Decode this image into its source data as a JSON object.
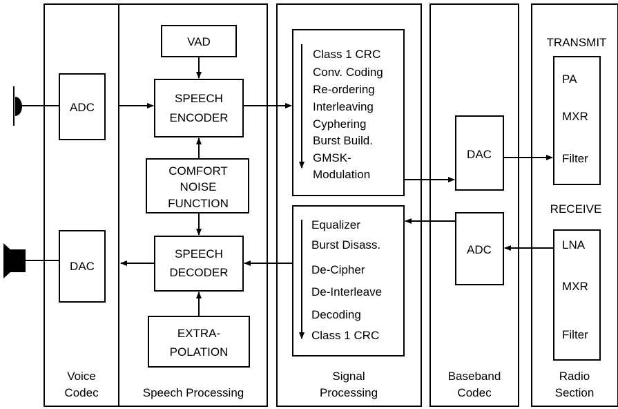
{
  "sections": {
    "voice_codec": {
      "label_line1": "Voice",
      "label_line2": "Codec"
    },
    "speech_processing": {
      "label": "Speech Processing"
    },
    "signal_processing": {
      "label_line1": "Signal",
      "label_line2": "Processing"
    },
    "baseband_codec": {
      "label_line1": "Baseband",
      "label_line2": "Codec"
    },
    "radio_section": {
      "label_line1": "Radio",
      "label_line2": "Section"
    }
  },
  "blocks": {
    "adc_voice": "ADC",
    "dac_voice": "DAC",
    "vad": "VAD",
    "speech_encoder": [
      "SPEECH",
      "ENCODER"
    ],
    "comfort_noise": [
      "COMFORT",
      "NOISE",
      "FUNCTION"
    ],
    "speech_decoder": [
      "SPEECH",
      "DECODER"
    ],
    "extrapolation": [
      "EXTRA-",
      "POLATION"
    ],
    "tx_chain": [
      "Class 1 CRC",
      "Conv. Coding",
      "Re-ordering",
      "Interleaving",
      "Cyphering",
      "Burst Build.",
      "GMSK-",
      "Modulation"
    ],
    "rx_chain": [
      "Equalizer",
      "Burst Disass.",
      "De-Cipher",
      "De-Interleave",
      "Decoding",
      "Class 1 CRC"
    ],
    "dac_baseband": "DAC",
    "adc_baseband": "ADC",
    "transmit_title": "TRANSMIT",
    "transmit_chain": [
      "PA",
      "MXR",
      "Filter"
    ],
    "receive_title": "RECEIVE",
    "receive_chain": [
      "LNA",
      "MXR",
      "Filter"
    ]
  }
}
